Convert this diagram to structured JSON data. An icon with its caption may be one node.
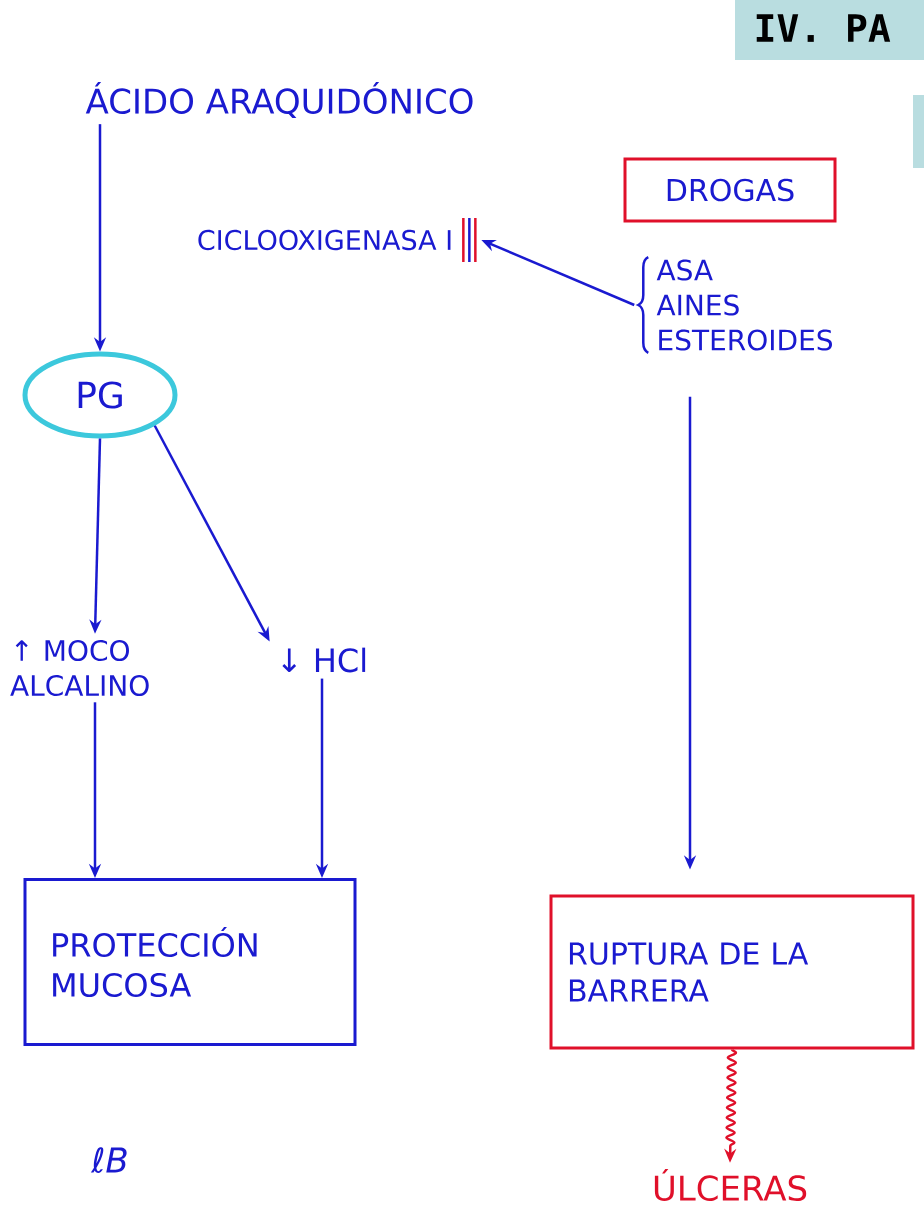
{
  "diagram": {
    "title": "IV. PA",
    "nodes": [
      {
        "text": [
          "ÁCIDO ARAQUIDÓNICO"
        ]
      },
      {
        "text": [
          "PG"
        ]
      },
      {
        "text": [
          "↑ MOCO ALCALINO"
        ]
      },
      {
        "text": [
          "↓ HCl"
        ]
      },
      {
        "text": [
          "PROTECCIÓN MUCOSA"
        ]
      },
      {
        "text": [
          "DROGAS"
        ]
      },
      {
        "text": [
          "ASA",
          "AINES",
          "ESTEROIDES"
        ]
      },
      {
        "text": [
          "CICLOOXIGENASA I"
        ]
      },
      {
        "text": [
          "RUPTURA DE LA BARRERA"
        ]
      },
      {
        "text": [
          "ÚLCERAS"
        ]
      }
    ],
    "edges": [
      {
        "from": 0,
        "to": 1,
        "arrow": "to"
      },
      {
        "from": 1,
        "to": 2,
        "arrow": "to"
      },
      {
        "from": 1,
        "to": 3,
        "arrow": "to"
      },
      {
        "from": 2,
        "to": 4,
        "arrow": "to"
      },
      {
        "from": 3,
        "to": 4,
        "arrow": "to"
      },
      {
        "from": 6,
        "to": 7,
        "arrow": "to"
      },
      {
        "from": 6,
        "to": 8,
        "arrow": "to"
      },
      {
        "from": 8,
        "to": 9,
        "arrow": "to",
        "color": "#e0102a"
      }
    ],
    "labels": [
      "ℓB"
    ]
  }
}
